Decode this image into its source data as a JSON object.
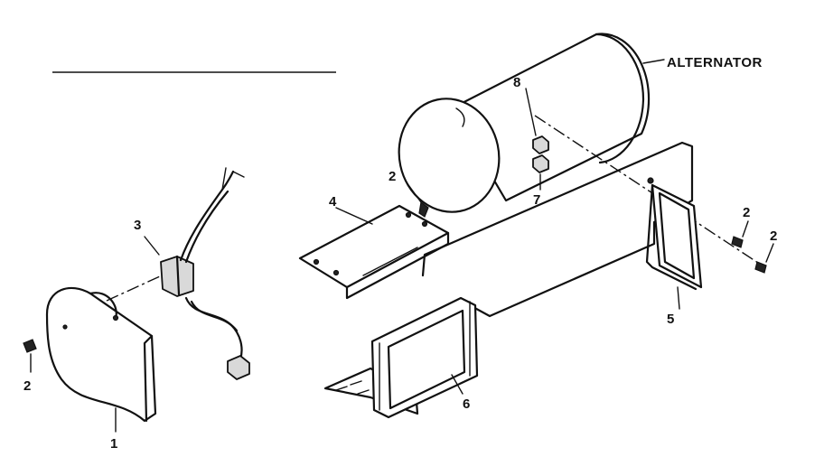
{
  "labels": {
    "alternator": "ALTERNATOR",
    "part_1": "1",
    "part_2a": "2",
    "part_2b": "2",
    "part_2c": "2",
    "part_2d": "2",
    "part_3": "3",
    "part_4": "4",
    "part_5": "5",
    "part_6": "6",
    "part_7": "7",
    "part_8": "8"
  }
}
